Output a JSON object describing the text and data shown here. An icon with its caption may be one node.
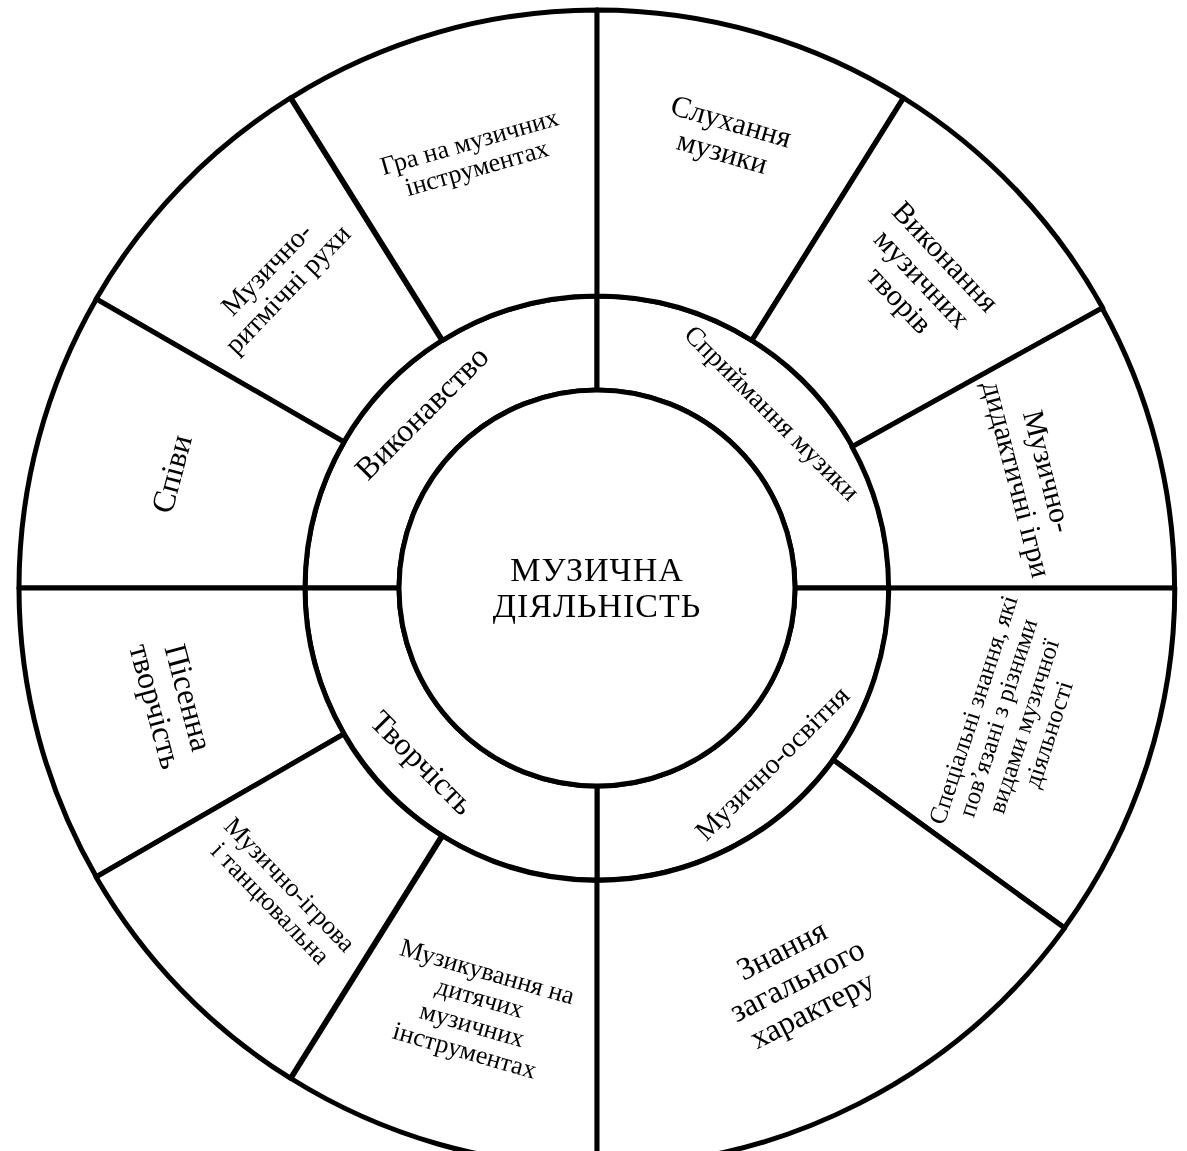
{
  "diagram": {
    "nodes": [
      {
        "text": [
          "МУЗИЧНА ДІЯЛЬНІСТЬ"
        ]
      },
      {
        "text": [
          "Виконавство"
        ]
      },
      {
        "text": [
          "Сприймання музики"
        ]
      },
      {
        "text": [
          "Музично-освітня"
        ]
      },
      {
        "text": [
          "Творчість"
        ]
      },
      {
        "text": [
          "Гра на музичних інструментах"
        ]
      },
      {
        "text": [
          "Слухання музики"
        ]
      },
      {
        "text": [
          "Музично-ритмічні рухи"
        ]
      },
      {
        "text": [
          "Виконання музичних творів"
        ]
      },
      {
        "text": [
          "Співи"
        ]
      },
      {
        "text": [
          "Музично-дидактичні ігри"
        ]
      },
      {
        "text": [
          "Пісенна творчість"
        ]
      },
      {
        "text": [
          "Спеціальні знання, які пов’язані з різними видами музичної діяльності"
        ]
      },
      {
        "text": [
          "Музично-ігрова і танцювальна"
        ]
      },
      {
        "text": [
          "Музикування на дитячих музичних інструментах"
        ]
      },
      {
        "text": [
          "Знання загального характеру"
        ]
      }
    ]
  }
}
